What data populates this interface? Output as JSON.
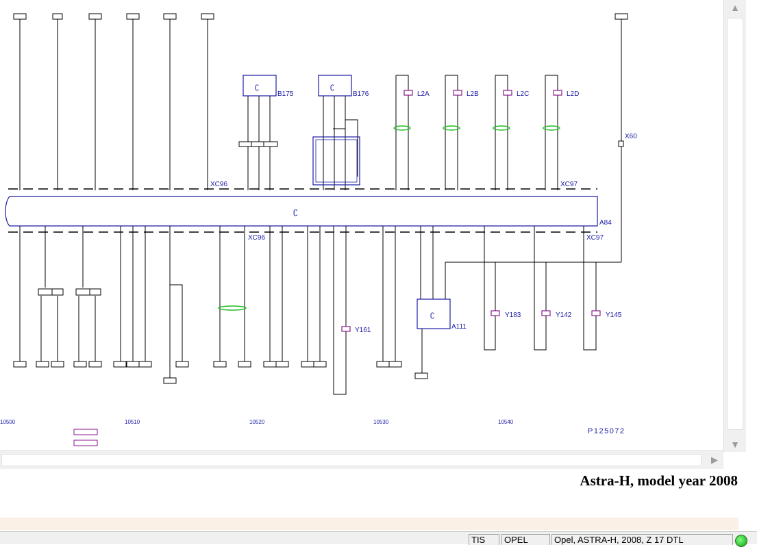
{
  "diagram": {
    "component_labels": {
      "b175": "B175",
      "b176": "B176",
      "l2a": "L2A",
      "l2b": "L2B",
      "l2c": "L2C",
      "l2d": "L2D",
      "x60": "X60",
      "a84": "A84",
      "a111": "A111",
      "y161": "Y161",
      "y183": "Y183",
      "y142": "Y142",
      "y145": "Y145"
    },
    "connector_labels": {
      "xc96_top": "XC96",
      "xc97_top": "XC97",
      "xc96_bottom": "XC96",
      "xc97_bottom": "XC97"
    },
    "figure_number": "P125072",
    "ruler_labels": {
      "r0": "10500",
      "r1": "10510",
      "r2": "10520",
      "r3": "10530",
      "r4": "10540"
    }
  },
  "caption": "Astra-H, model year 2008",
  "status_bar": {
    "app": "TIS",
    "brand": "OPEL",
    "vehicle": "Opel, ASTRA-H, 2008, Z 17 DTL"
  },
  "colors": {
    "wire": "#000000",
    "component": "#1a1aa6",
    "coil": "#8a1a8a",
    "shield": "#22bb22",
    "caption": "#000000",
    "info_bar": "#fbf0e6",
    "status_led": "#19c219"
  },
  "icons": {
    "scroll_up": "triangle-up-icon",
    "scroll_down": "triangle-down-icon",
    "scroll_right": "triangle-right-icon",
    "status": "green-circle-icon"
  }
}
